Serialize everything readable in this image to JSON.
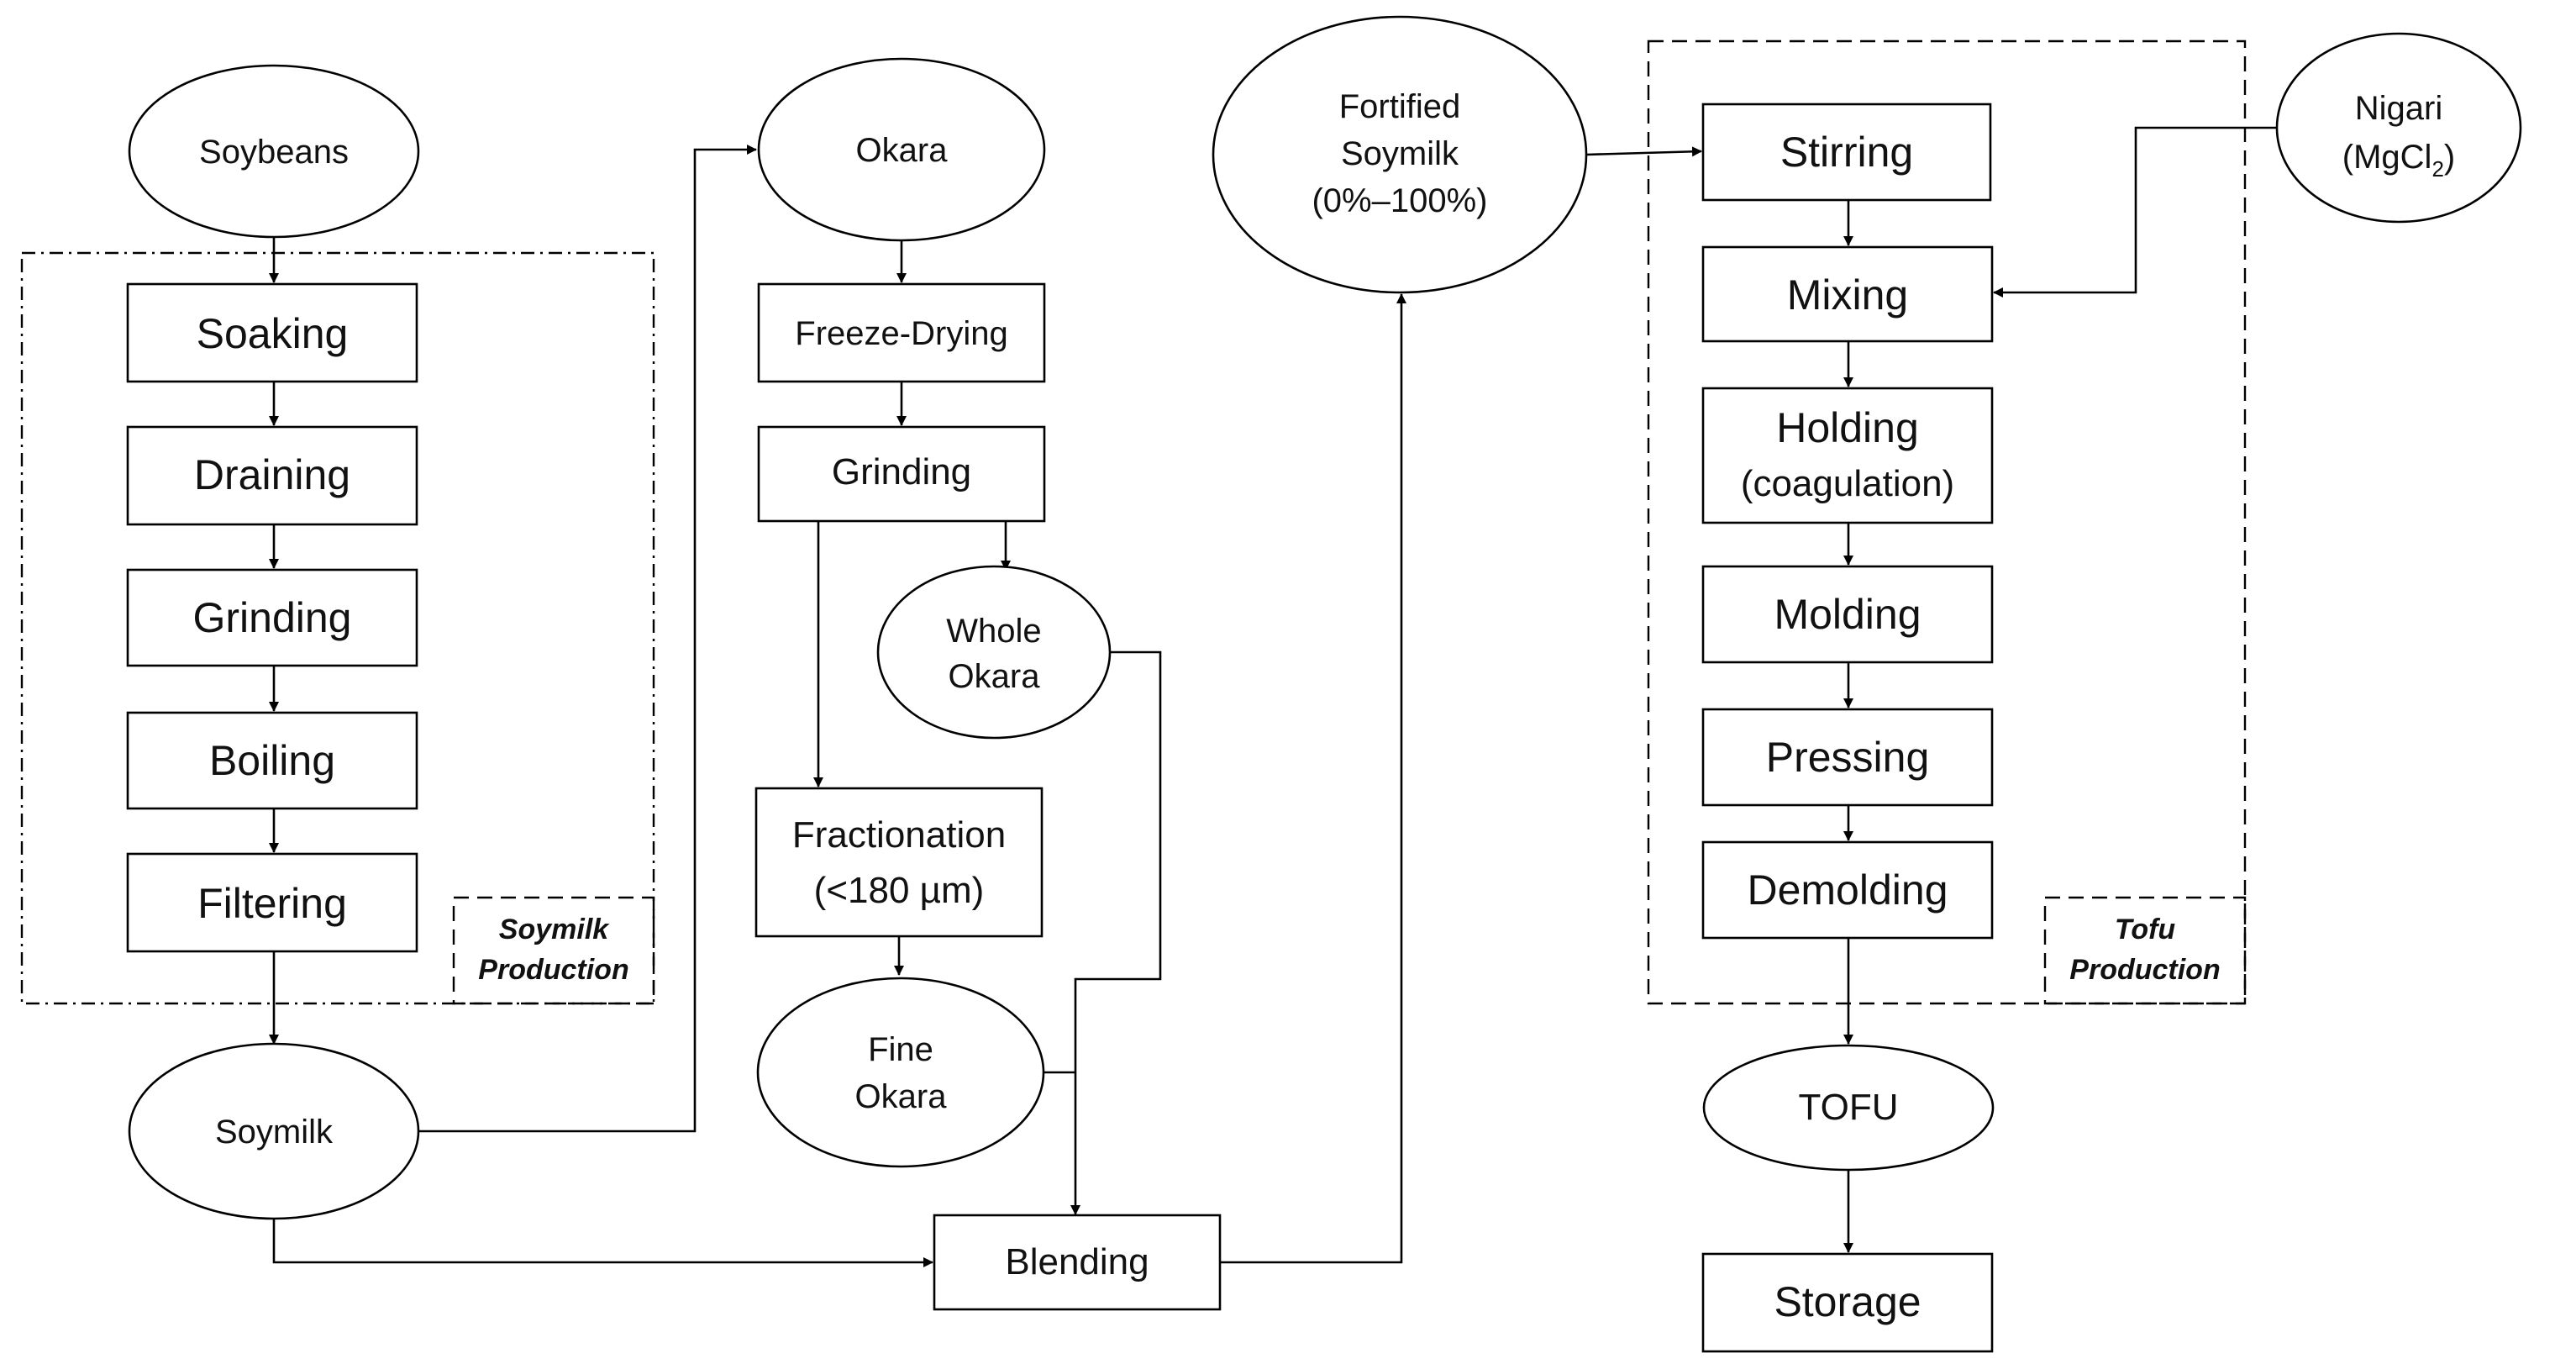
{
  "nodes": {
    "soybeans": "Soybeans",
    "soaking": "Soaking",
    "draining": "Draining",
    "grinding": "Grinding",
    "boiling": "Boiling",
    "filtering": "Filtering",
    "soymilk": "Soymilk",
    "okara": "Okara",
    "freeze_drying": "Freeze-Drying",
    "okara_grinding": "Grinding",
    "whole_okara": [
      "Whole",
      "Okara"
    ],
    "fractionation": [
      "Fractionation",
      "(<180 µm)"
    ],
    "fine_okara": [
      "Fine",
      "Okara"
    ],
    "blending": "Blending",
    "fortified_soymilk": [
      "Fortified",
      "Soymilk",
      "(0%–100%)"
    ],
    "stirring": "Stirring",
    "mixing": "Mixing",
    "holding": [
      "Holding",
      "(coagulation)"
    ],
    "molding": "Molding",
    "pressing": "Pressing",
    "demolding": "Demolding",
    "tofu": "TOFU",
    "storage": "Storage",
    "nigari": {
      "line1": "Nigari",
      "formula_open": "(MgCl",
      "subscript": "2",
      "formula_close": ")"
    }
  },
  "groups": {
    "soymilk_production": [
      "Soymilk",
      "Production"
    ],
    "tofu_production": [
      "Tofu",
      "Production"
    ]
  },
  "colors": {
    "stroke": "#000000",
    "fill": "#ffffff",
    "text": "#111111"
  }
}
